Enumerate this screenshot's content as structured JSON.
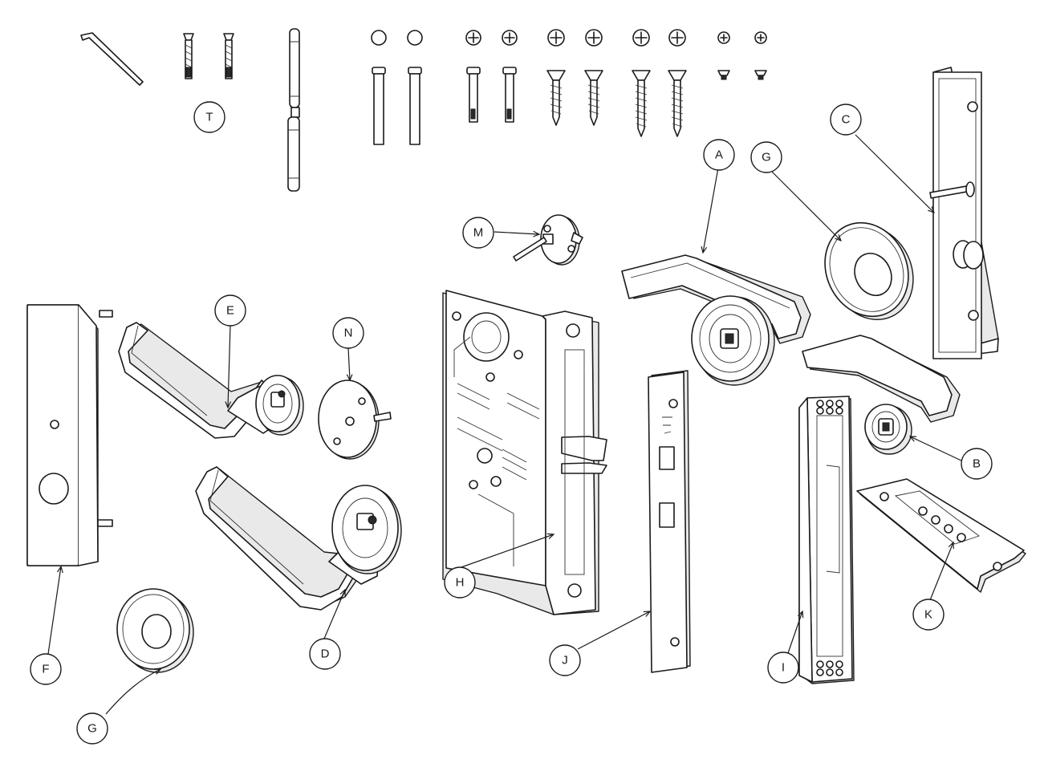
{
  "callouts": {
    "T": "T",
    "A": "A",
    "G_top": "G",
    "C": "C",
    "M": "M",
    "E": "E",
    "N": "N",
    "H": "H",
    "B": "B",
    "D": "D",
    "F": "F",
    "J": "J",
    "I": "I",
    "K": "K",
    "G_bottom": "G"
  }
}
